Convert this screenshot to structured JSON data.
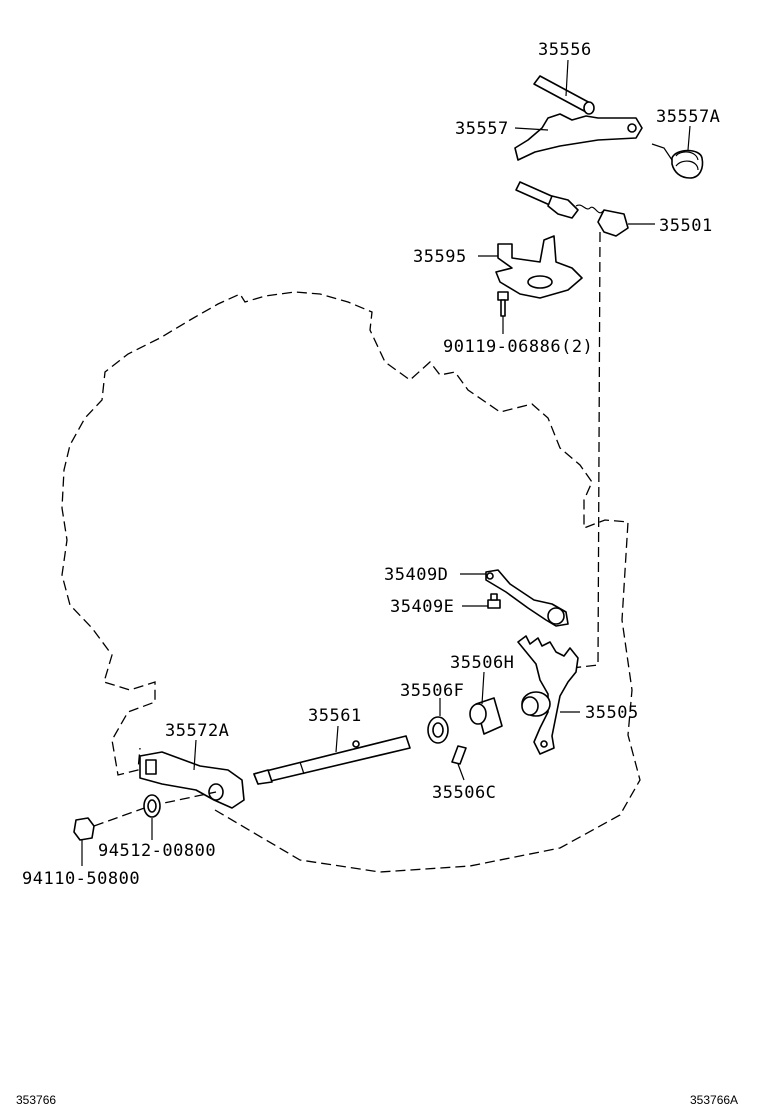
{
  "parts": {
    "p35556": "35556",
    "p35557": "35557",
    "p35557A": "35557A",
    "p35501": "35501",
    "p35595": "35595",
    "p90119": "90119-06886(2)",
    "p35409D": "35409D",
    "p35409E": "35409E",
    "p35506H": "35506H",
    "p35506F": "35506F",
    "p35505": "35505",
    "p35561": "35561",
    "p35572A": "35572A",
    "p35506C": "35506C",
    "p94512": "94512-00800",
    "p94110": "94110-50800"
  },
  "footer": {
    "left_code": "353766",
    "right_code": "353766A"
  }
}
